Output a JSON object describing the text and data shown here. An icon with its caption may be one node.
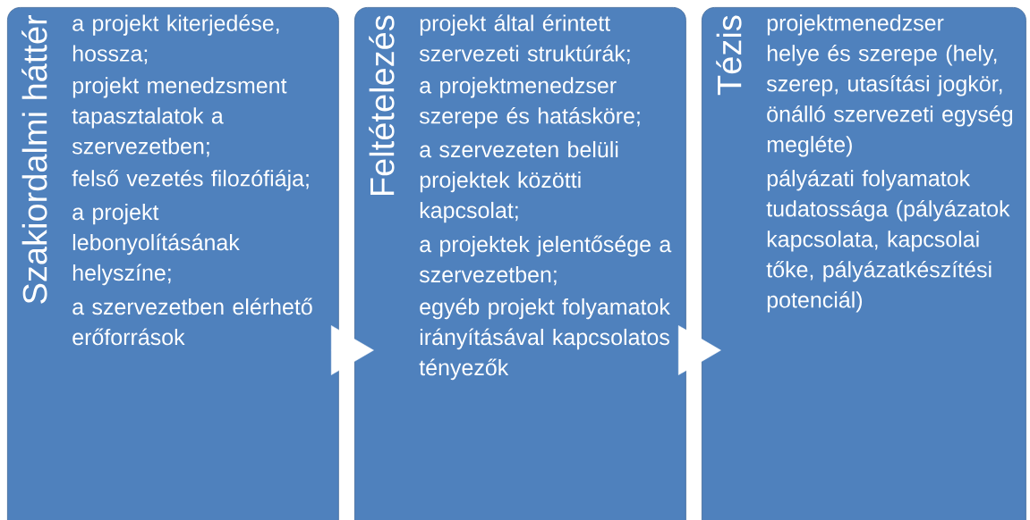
{
  "diagram": {
    "nodes": [
      {
        "text": [
          "Szakiordalmi háttér",
          "a projekt kiterjedése, hossza;",
          "projekt menedzsment tapasztalatok a szervezetben;",
          "felső vezetés filozófiája;",
          "a projekt lebonyolításának helyszíne;",
          "a szervezetben elérhető erőforrások"
        ]
      },
      {
        "text": [
          "Feltételezés",
          "projekt által érintett szervezeti struktúrák;",
          "a projektmenedzser szerepe és hatásköre;",
          "a szervezeten belüli projektek közötti kapcsolat;",
          "a projektek jelentősége a szervezetben;",
          "egyéb projekt folyamatok irányításával kapcsolatos tényezők"
        ]
      },
      {
        "text": [
          "Tézis",
          "projektmenedzser helye és szerepe (hely, szerep, utasítási jogkör, önálló szervezeti egység megléte)",
          "pályázati folyamatok tudatossága (pályázatok kapcsolata, kapcsolai tőke, pályázatkészítési potenciál)"
        ]
      }
    ],
    "edges": [
      {
        "from": 0,
        "to": 1,
        "arrow": "to"
      },
      {
        "from": 1,
        "to": 2,
        "arrow": "to"
      }
    ]
  }
}
